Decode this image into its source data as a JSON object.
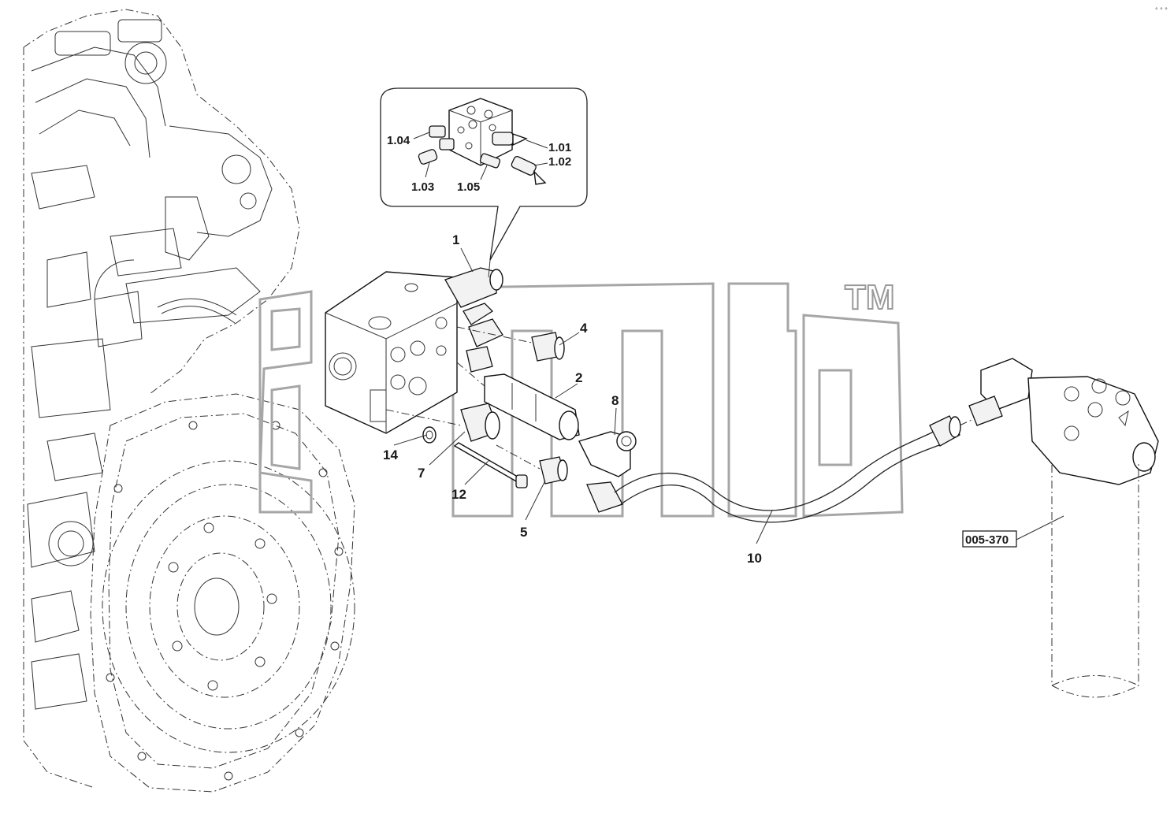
{
  "diagram": {
    "callouts": {
      "c1": "1",
      "c2": "2",
      "c4": "4",
      "c5": "5",
      "c7": "7",
      "c8": "8",
      "c10": "10",
      "c12": "12",
      "c14": "14"
    },
    "detail_callouts": {
      "d101": "1.01",
      "d102": "1.02",
      "d103": "1.03",
      "d104": "1.04",
      "d105": "1.05"
    },
    "reference": "005-370",
    "watermark_tm": "TM",
    "corner_mark": "° ° °"
  }
}
